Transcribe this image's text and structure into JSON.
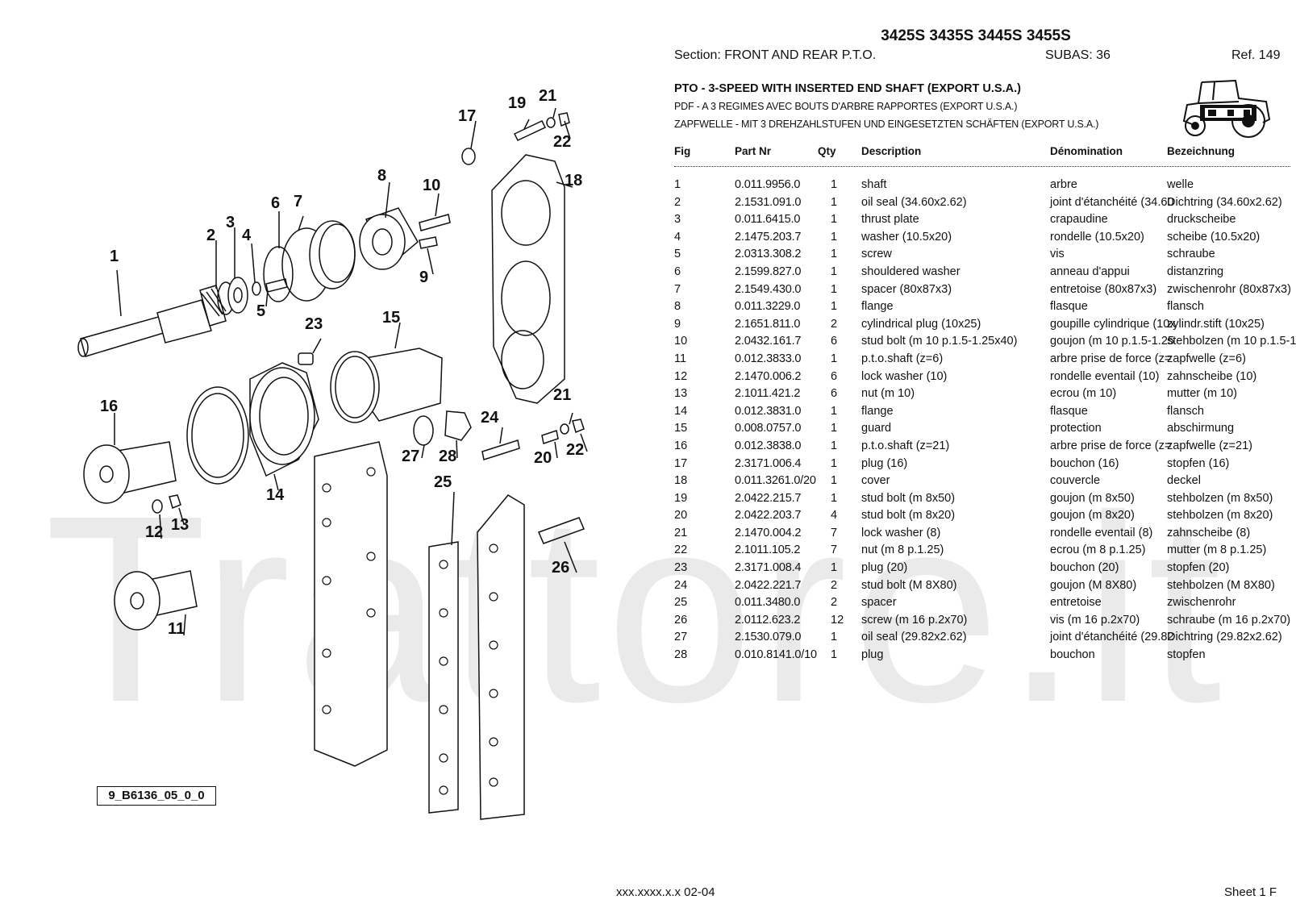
{
  "watermark": "Trattore.it",
  "header": {
    "models": "3425S 3435S 3445S 3455S",
    "section": "Section: FRONT  AND  REAR  P.T.O.",
    "subas": "SUBAS: 36",
    "ref": "Ref. 149",
    "title_en": "PTO - 3-SPEED WITH INSERTED END SHAFT (EXPORT U.S.A.)",
    "title_fr": "PDF - A 3 REGIMES AVEC BOUTS D'ARBRE RAPPORTES (EXPORT U.S.A.)",
    "title_de": "ZAPFWELLE - MIT 3 DREHZAHLSTUFEN UND EINGESETZTEN SCHÄFTEN (EXPORT U.S.A.)"
  },
  "table": {
    "headers": {
      "fig": "Fig",
      "part": "Part Nr",
      "qty": "Qty",
      "desc": "Description",
      "fr": "Dénomination",
      "de": "Bezeichnung"
    },
    "rows": [
      {
        "fig": "1",
        "part": "0.011.9956.0",
        "qty": "1",
        "desc": "shaft",
        "fr": "arbre",
        "de": "welle"
      },
      {
        "fig": "2",
        "part": "2.1531.091.0",
        "qty": "1",
        "desc": "oil seal (34.60x2.62)",
        "fr": "joint d'étanchéité (34.60",
        "de": "Dichtring (34.60x2.62)"
      },
      {
        "fig": "3",
        "part": "0.011.6415.0",
        "qty": "1",
        "desc": "thrust plate",
        "fr": "crapaudine",
        "de": "druckscheibe"
      },
      {
        "fig": "4",
        "part": "2.1475.203.7",
        "qty": "1",
        "desc": "washer (10.5x20)",
        "fr": "rondelle (10.5x20)",
        "de": "scheibe (10.5x20)"
      },
      {
        "fig": "5",
        "part": "2.0313.308.2",
        "qty": "1",
        "desc": "screw",
        "fr": "vis",
        "de": "schraube"
      },
      {
        "fig": "6",
        "part": "2.1599.827.0",
        "qty": "1",
        "desc": "shouldered washer",
        "fr": "anneau d'appui",
        "de": "distanzring"
      },
      {
        "fig": "7",
        "part": "2.1549.430.0",
        "qty": "1",
        "desc": "spacer (80x87x3)",
        "fr": "entretoise (80x87x3)",
        "de": "zwischenrohr (80x87x3)"
      },
      {
        "fig": "8",
        "part": "0.011.3229.0",
        "qty": "1",
        "desc": "flange",
        "fr": "flasque",
        "de": "flansch"
      },
      {
        "fig": "9",
        "part": "2.1651.811.0",
        "qty": "2",
        "desc": "cylindrical plug (10x25)",
        "fr": "goupille cylindrique (10x",
        "de": "zylindr.stift (10x25)"
      },
      {
        "fig": "10",
        "part": "2.0432.161.7",
        "qty": "6",
        "desc": "stud bolt (m 10 p.1.5-1.25x40)",
        "fr": "goujon (m 10 p.1.5-1.25",
        "de": "stehbolzen (m 10 p.1.5-1"
      },
      {
        "fig": "11",
        "part": "0.012.3833.0",
        "qty": "1",
        "desc": "p.t.o.shaft (z=6)",
        "fr": "arbre prise de force (z=",
        "de": "zapfwelle (z=6)"
      },
      {
        "fig": "12",
        "part": "2.1470.006.2",
        "qty": "6",
        "desc": "lock washer (10)",
        "fr": "rondelle eventail (10)",
        "de": "zahnscheibe (10)"
      },
      {
        "fig": "13",
        "part": "2.1011.421.2",
        "qty": "6",
        "desc": "nut (m 10)",
        "fr": "ecrou (m 10)",
        "de": "mutter (m 10)"
      },
      {
        "fig": "14",
        "part": "0.012.3831.0",
        "qty": "1",
        "desc": "flange",
        "fr": "flasque",
        "de": "flansch"
      },
      {
        "fig": "15",
        "part": "0.008.0757.0",
        "qty": "1",
        "desc": "guard",
        "fr": "protection",
        "de": "abschirmung"
      },
      {
        "fig": "16",
        "part": "0.012.3838.0",
        "qty": "1",
        "desc": "p.t.o.shaft (z=21)",
        "fr": "arbre prise de force (z=",
        "de": "zapfwelle (z=21)"
      },
      {
        "fig": "17",
        "part": "2.3171.006.4",
        "qty": "1",
        "desc": "plug (16)",
        "fr": "bouchon (16)",
        "de": "stopfen (16)"
      },
      {
        "fig": "18",
        "part": "0.011.3261.0/20",
        "qty": "1",
        "desc": "cover",
        "fr": "couvercle",
        "de": "deckel"
      },
      {
        "fig": "19",
        "part": "2.0422.215.7",
        "qty": "1",
        "desc": "stud bolt (m 8x50)",
        "fr": "goujon (m 8x50)",
        "de": "stehbolzen (m 8x50)"
      },
      {
        "fig": "20",
        "part": "2.0422.203.7",
        "qty": "4",
        "desc": "stud bolt (m 8x20)",
        "fr": "goujon (m 8x20)",
        "de": "stehbolzen (m 8x20)"
      },
      {
        "fig": "21",
        "part": "2.1470.004.2",
        "qty": "7",
        "desc": "lock washer (8)",
        "fr": "rondelle eventail (8)",
        "de": "zahnscheibe (8)"
      },
      {
        "fig": "22",
        "part": "2.1011.105.2",
        "qty": "7",
        "desc": "nut (m 8 p.1.25)",
        "fr": "ecrou (m 8 p.1.25)",
        "de": "mutter (m 8 p.1.25)"
      },
      {
        "fig": "23",
        "part": "2.3171.008.4",
        "qty": "1",
        "desc": "plug (20)",
        "fr": "bouchon (20)",
        "de": "stopfen (20)"
      },
      {
        "fig": "24",
        "part": "2.0422.221.7",
        "qty": "2",
        "desc": "stud bolt (M 8X80)",
        "fr": "goujon (M 8X80)",
        "de": "stehbolzen (M 8X80)"
      },
      {
        "fig": "25",
        "part": "0.011.3480.0",
        "qty": "2",
        "desc": "spacer",
        "fr": "entretoise",
        "de": "zwischenrohr"
      },
      {
        "fig": "26",
        "part": "2.0112.623.2",
        "qty": "12",
        "desc": "screw (m 16 p.2x70)",
        "fr": "vis (m 16 p.2x70)",
        "de": "schraube (m 16 p.2x70)"
      },
      {
        "fig": "27",
        "part": "2.1530.079.0",
        "qty": "1",
        "desc": "oil seal (29.82x2.62)",
        "fr": "joint d'étanchéité (29.82",
        "de": "Dichtring (29.82x2.62)"
      },
      {
        "fig": "28",
        "part": "0.010.8141.0/10",
        "qty": "1",
        "desc": "plug",
        "fr": "bouchon",
        "de": "stopfen"
      }
    ]
  },
  "diagram": {
    "code": "9_B6136_05_0_0",
    "callouts": [
      "1",
      "2",
      "3",
      "4",
      "5",
      "6",
      "7",
      "8",
      "9",
      "10",
      "11",
      "12",
      "13",
      "14",
      "15",
      "16",
      "17",
      "18",
      "19",
      "20",
      "21",
      "22",
      "23",
      "24",
      "25",
      "26",
      "27",
      "28",
      "21",
      "22"
    ]
  },
  "footer": {
    "code": "xxx.xxxx.x.x  02-04",
    "sheet": "Sheet 1 F"
  }
}
